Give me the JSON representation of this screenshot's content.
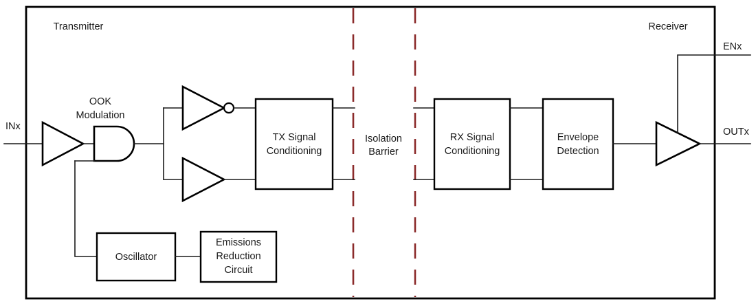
{
  "diagram": {
    "title_present": false,
    "colors": {
      "line": "#1a1a1a",
      "box_border": "#000000",
      "barrier": "#8B2B2B",
      "background": "#ffffff",
      "text": "#1a1a1a"
    },
    "sections": {
      "transmitter_label": "Transmitter",
      "receiver_label": "Receiver",
      "isolation_line1": "Isolation",
      "isolation_line2": "Barrier"
    },
    "pins": {
      "input": "INx",
      "enable": "ENx",
      "output": "OUTx"
    },
    "annotations": {
      "ook_line1": "OOK",
      "ook_line2": "Modulation"
    },
    "blocks": [
      {
        "id": "tx-signal-conditioning",
        "lines": [
          "TX Signal",
          "Conditioning"
        ]
      },
      {
        "id": "oscillator",
        "lines": [
          "Oscillator"
        ]
      },
      {
        "id": "emissions-reduction-circuit",
        "lines": [
          "Emissions",
          "Reduction",
          "Circuit"
        ]
      },
      {
        "id": "rx-signal-conditioning",
        "lines": [
          "RX Signal",
          "Conditioning"
        ]
      },
      {
        "id": "envelope-detection",
        "lines": [
          "Envelope",
          "Detection"
        ]
      }
    ],
    "gates": [
      {
        "id": "input-buffer",
        "type": "buffer-triangle"
      },
      {
        "id": "and-gate",
        "type": "and-gate"
      },
      {
        "id": "inverter-top",
        "type": "inverter-triangle-with-bubble"
      },
      {
        "id": "buffer-bottom",
        "type": "buffer-triangle"
      },
      {
        "id": "output-buffer",
        "type": "buffer-triangle"
      }
    ]
  }
}
